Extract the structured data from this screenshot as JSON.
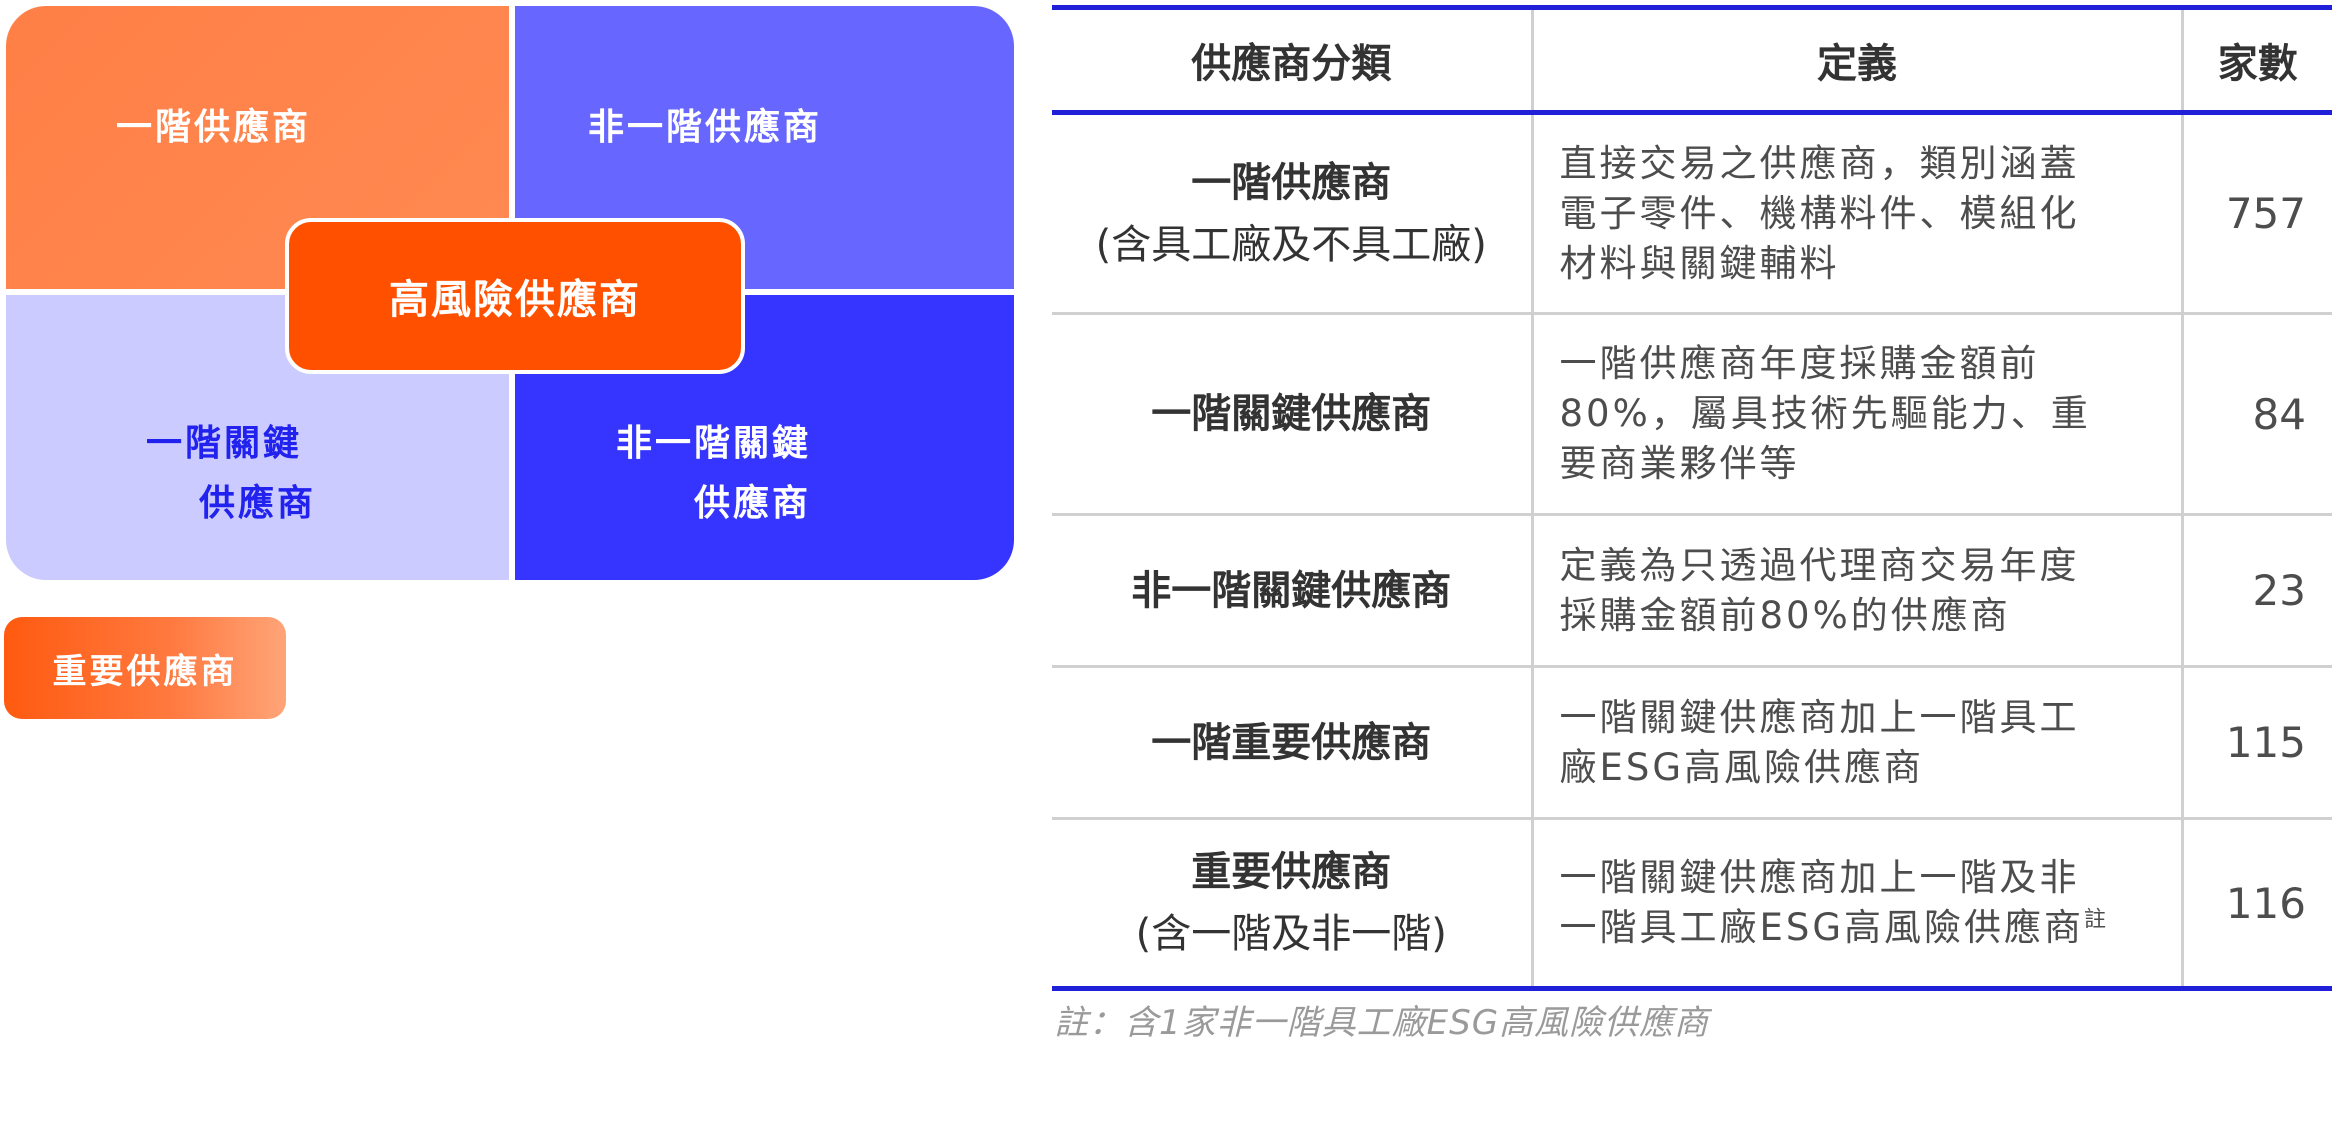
{
  "diagram": {
    "top_left": "一階供應商",
    "top_right": "非一階供應商",
    "bottom_left_line1": "一階關鍵",
    "bottom_left_line2": "供應商",
    "bottom_right_line1": "非一階關鍵",
    "bottom_right_line2": "供應商",
    "center": "高風險供應商",
    "important": "重要供應商",
    "colors": {
      "orange": "#ff7f46",
      "center_orange": "#ff5000",
      "blue_medium": "#6767ff",
      "blue_light": "#cbcbff",
      "blue_dark": "#3535ff"
    }
  },
  "table": {
    "headers": {
      "category": "供應商分類",
      "definition": "定義",
      "count": "家數"
    },
    "rows": [
      {
        "category": "一階供應商",
        "category_sub": "(含具工廠及不具工廠)",
        "definition_lines": [
          "直接交易之供應商，類別涵蓋",
          "電子零件、機構料件、模組化",
          "材料與關鍵輔料"
        ],
        "count": "757"
      },
      {
        "category": "一階關鍵供應商",
        "definition_lines": [
          "一階供應商年度採購金額前",
          "80%，屬具技術先驅能力、重",
          "要商業夥伴等"
        ],
        "count": "84"
      },
      {
        "category": "非一階關鍵供應商",
        "definition_lines": [
          "定義為只透過代理商交易年度",
          "採購金額前80%的供應商"
        ],
        "count": "23"
      },
      {
        "category": "一階重要供應商",
        "definition_lines": [
          "一階關鍵供應商加上一階具工",
          "廠ESG高風險供應商"
        ],
        "count": "115"
      },
      {
        "category": "重要供應商",
        "category_sub": "(含一階及非一階)",
        "definition_lines": [
          "一階關鍵供應商加上一階及非",
          "一階具工廠ESG高風險供應商"
        ],
        "note_mark": "註",
        "count": "116"
      }
    ],
    "border_color": "#2020d8"
  },
  "footnote": "註：含1家非一階具工廠ESG高風險供應商"
}
